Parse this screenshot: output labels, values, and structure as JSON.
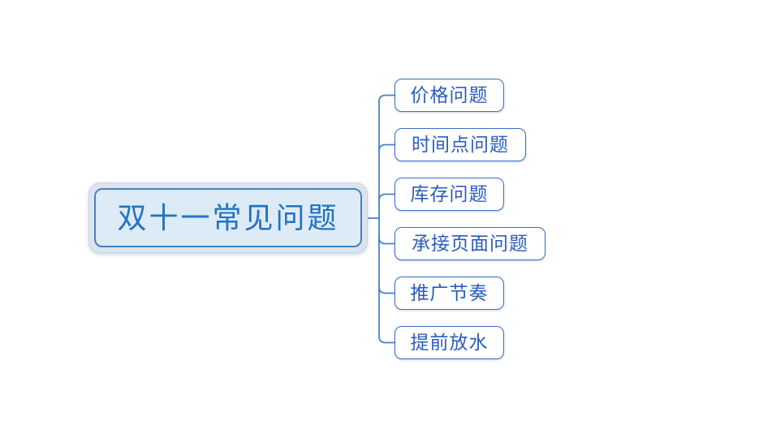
{
  "mindmap": {
    "root": {
      "label": "双十一常见问题"
    },
    "children": [
      {
        "label": "价格问题"
      },
      {
        "label": "时间点问题"
      },
      {
        "label": "库存问题"
      },
      {
        "label": "承接页面问题"
      },
      {
        "label": "推广节奏"
      },
      {
        "label": "提前放水"
      }
    ],
    "colors": {
      "canvas_bg": "#ffffff",
      "root_fill": "#ddebf6",
      "root_border": "#4382c6",
      "root_halo": "#dde4ee",
      "root_text": "#2173c4",
      "branch_fill": "#ffffff",
      "branch_border": "#3d6ec5",
      "branch_text": "#2c5db9",
      "connector": "#4a82c4"
    }
  }
}
